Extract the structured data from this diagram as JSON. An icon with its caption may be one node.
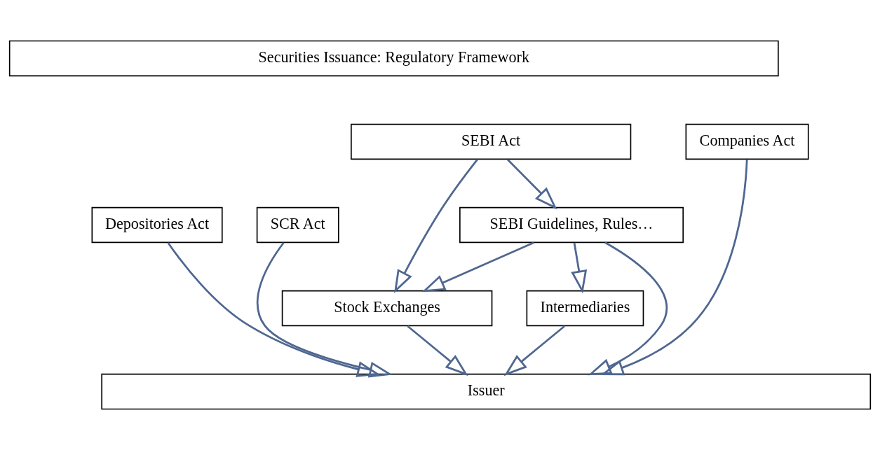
{
  "diagram": {
    "nodes": [
      {
        "text": [
          "Securities Issuance: Regulatory Framework"
        ]
      },
      {
        "text": [
          "Depositories Act"
        ]
      },
      {
        "text": [
          "SCR Act"
        ]
      },
      {
        "text": [
          "SEBI Act"
        ]
      },
      {
        "text": [
          "Companies Act"
        ]
      },
      {
        "text": [
          "SEBI Guidelines, Rules…"
        ]
      },
      {
        "text": [
          "Stock Exchanges"
        ]
      },
      {
        "text": [
          "Intermediaries"
        ]
      },
      {
        "text": [
          "Issuer"
        ]
      }
    ],
    "edges": [
      {
        "from": 1,
        "to": 8,
        "arrow": "to"
      },
      {
        "from": 2,
        "to": 8,
        "arrow": "to"
      },
      {
        "from": 3,
        "to": 6,
        "arrow": "to"
      },
      {
        "from": 3,
        "to": 5,
        "arrow": "to"
      },
      {
        "from": 5,
        "to": 6,
        "arrow": "to"
      },
      {
        "from": 5,
        "to": 7,
        "arrow": "to"
      },
      {
        "from": 6,
        "to": 8,
        "arrow": "to"
      },
      {
        "from": 7,
        "to": 8,
        "arrow": "to"
      },
      {
        "from": 5,
        "to": 8,
        "arrow": "to"
      },
      {
        "from": 4,
        "to": 8,
        "arrow": "to"
      }
    ]
  }
}
